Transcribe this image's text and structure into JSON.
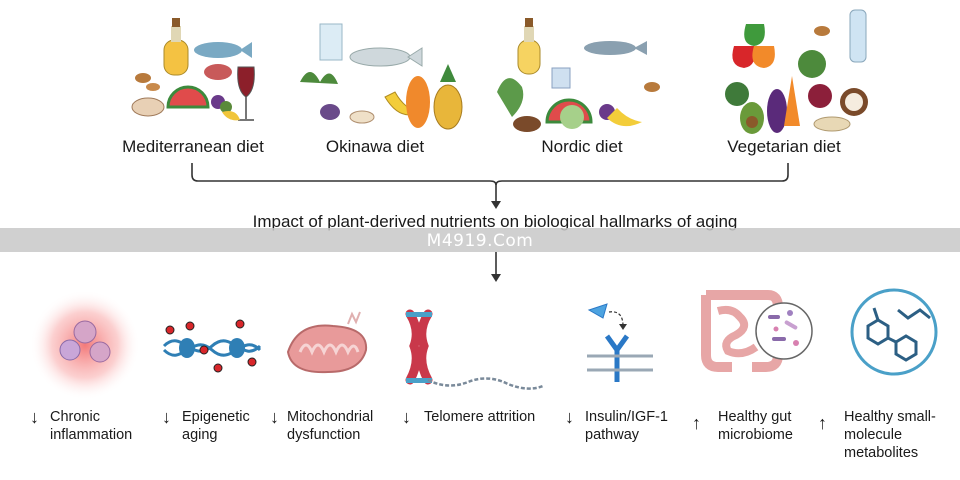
{
  "diets": [
    {
      "label": "Mediterranean diet"
    },
    {
      "label": "Okinawa diet"
    },
    {
      "label": "Nordic diet"
    },
    {
      "label": "Vegetarian diet"
    }
  ],
  "main_title": "Impact of plant-derived nutrients on  biological hallmarks of aging",
  "watermark": "M4919.Com",
  "hallmarks": [
    {
      "label_lines": [
        "Chronic",
        "inflammation"
      ],
      "direction": "down"
    },
    {
      "label_lines": [
        "Epigenetic",
        "aging"
      ],
      "direction": "down"
    },
    {
      "label_lines": [
        "Mitochondrial",
        "dysfunction"
      ],
      "direction": "down"
    },
    {
      "label_lines": [
        "Telomere attrition"
      ],
      "direction": "down"
    },
    {
      "label_lines": [
        "Insulin/IGF-1",
        "pathway"
      ],
      "direction": "down"
    },
    {
      "label_lines": [
        "Healthy gut",
        "microbiome"
      ],
      "direction": "up"
    },
    {
      "label_lines": [
        "Healthy small-",
        "molecule",
        "metabolites"
      ],
      "direction": "up"
    }
  ],
  "icons": {
    "down_arrow": "↓",
    "up_arrow": "↑"
  },
  "colors": {
    "inflammation_glow": "#f26b6b",
    "dna_blue": "#2f7fb5",
    "methyl_red": "#d8262a",
    "mito_pink": "#e89a9a",
    "chromosome_red": "#c9384a",
    "receptor_blue": "#2a78c6",
    "gut_pink": "#e7a6a6",
    "molecule_blue": "#2c5f84"
  }
}
